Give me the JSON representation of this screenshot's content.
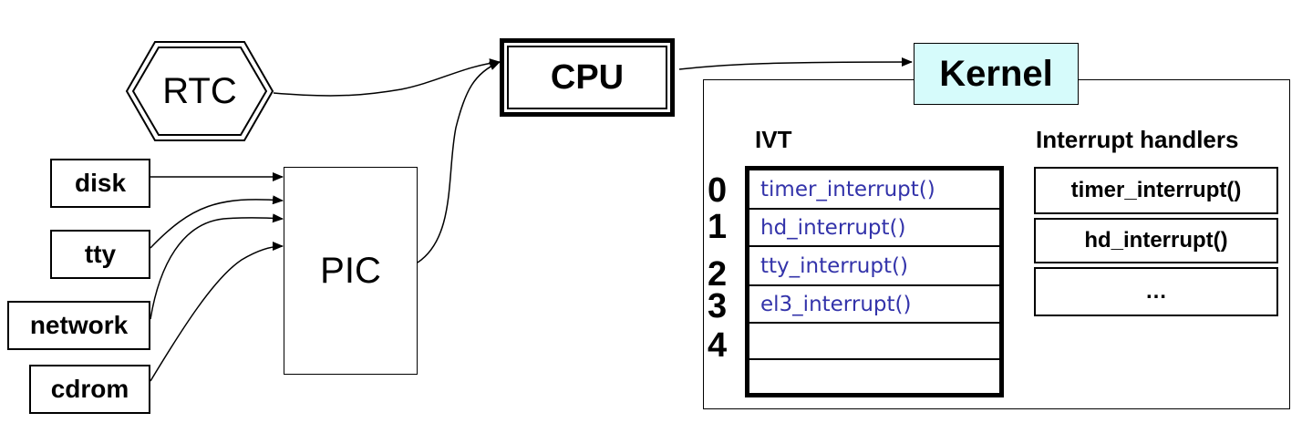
{
  "rtc": {
    "label": "RTC"
  },
  "cpu": {
    "label": "CPU"
  },
  "pic": {
    "label": "PIC"
  },
  "devices": [
    {
      "id": "disk",
      "label": "disk"
    },
    {
      "id": "tty",
      "label": "tty"
    },
    {
      "id": "network",
      "label": "network"
    },
    {
      "id": "cdrom",
      "label": "cdrom"
    }
  ],
  "kernel": {
    "label": "Kernel",
    "ivt": {
      "title": "IVT",
      "indices": [
        "0",
        "1",
        "2",
        "3",
        "4"
      ],
      "rows": [
        "timer_interrupt()",
        "hd_interrupt()",
        "tty_interrupt()",
        "el3_interrupt()",
        "",
        ""
      ]
    },
    "handlers": {
      "title": "Interrupt handlers",
      "items": [
        "timer_interrupt()",
        "hd_interrupt()",
        "…"
      ]
    }
  },
  "colors": {
    "ivt_text": "#3333aa",
    "kernel_fill": "#d6fbfb",
    "line": "#000000"
  }
}
